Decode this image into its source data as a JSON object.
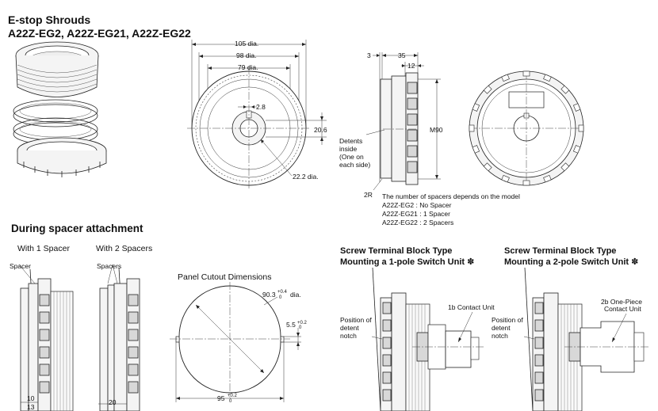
{
  "header": {
    "title": "E-stop Shrouds",
    "models": "A22Z-EG2, A22Z-EG21, A22Z-EG22"
  },
  "front_view": {
    "dim_105": "105 dia.",
    "dim_98": "98 dia.",
    "dim_79": "79 dia.",
    "dim_2_8": "2.8",
    "dim_20_6": "20.6",
    "dim_22_2": "22.2 dia."
  },
  "side_view": {
    "dim_3": "3",
    "dim_35": "35",
    "dim_12": "12",
    "dim_m90": "M90",
    "detents_note": [
      "Detents",
      "inside",
      "(One on",
      "each side)"
    ],
    "dim_2r": "2R",
    "spacer_note": "The number of spacers depends on the model",
    "spacer_models": [
      "A22Z-EG2   : No Spacer",
      "A22Z-EG21 : 1 Spacer",
      "A22Z-EG22 : 2 Spacers"
    ]
  },
  "spacer_section": {
    "title": "During spacer attachment",
    "with_1": "With 1 Spacer",
    "with_2": "With 2 Spacers",
    "spacer_label": "Spacer",
    "spacers_label": "Spacers",
    "dim_10": "10",
    "dim_13": "13",
    "dim_20": "20"
  },
  "panel_cutout": {
    "title": "Panel Cutout Dimensions",
    "dim_90_3": "90.3",
    "dim_90_3_tol_up": "+0.4",
    "dim_90_3_tol_dn": "0",
    "dim_90_3_unit": "dia.",
    "dim_5_5": "5.5",
    "dim_5_5_tol_up": "+0.2",
    "dim_5_5_tol_dn": "0",
    "dim_95": "95",
    "dim_95_tol_up": "+0.2",
    "dim_95_tol_dn": "0"
  },
  "mount_1pole": {
    "title_line1": "Screw Terminal Block Type",
    "title_line2": "Mounting a 1-pole Switch Unit ✽",
    "detent_label": [
      "Position of",
      "detent",
      "notch"
    ],
    "unit_label": "1b Contact Unit"
  },
  "mount_2pole": {
    "title_line1": "Screw Terminal Block Type",
    "title_line2": "Mounting a 2-pole Switch Unit ✽",
    "detent_label": [
      "Position of",
      "detent",
      "notch"
    ],
    "unit_label_line1": "2b One-Piece",
    "unit_label_line2": "Contact Unit"
  }
}
